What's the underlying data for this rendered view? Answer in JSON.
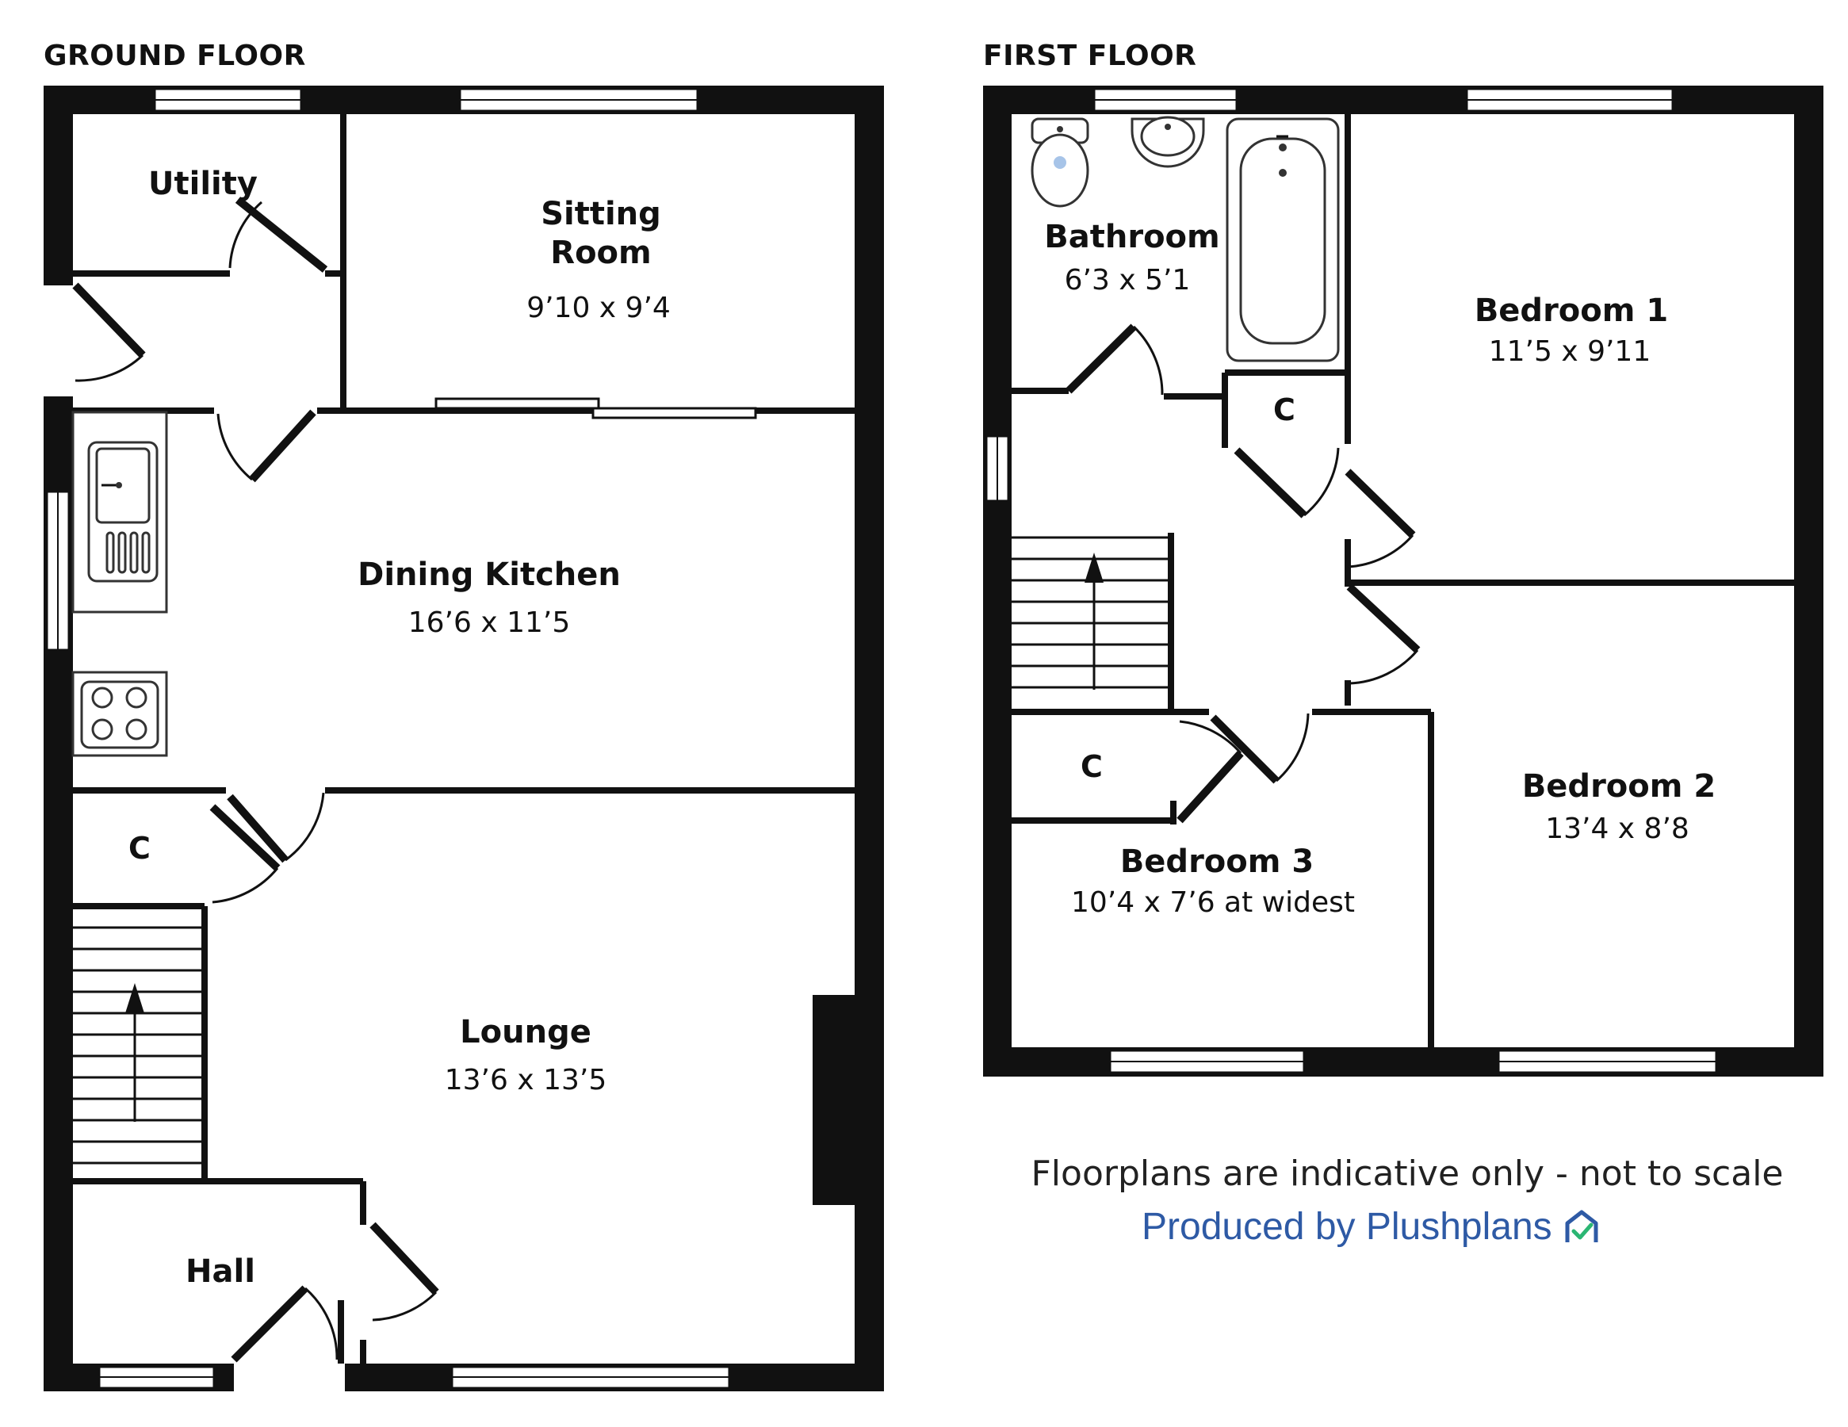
{
  "floors": {
    "ground": {
      "title": "GROUND FLOOR",
      "rooms": {
        "utility": {
          "name": "Utility"
        },
        "sitting": {
          "name_line1": "Sitting",
          "name_line2": "Room",
          "dims": "9’10 x 9’4"
        },
        "dining": {
          "name": "Dining Kitchen",
          "dims": "16’6 x 11’5"
        },
        "closet": {
          "name": "C"
        },
        "lounge": {
          "name": "Lounge",
          "dims": "13’6 x 13’5"
        },
        "hall": {
          "name": "Hall"
        }
      }
    },
    "first": {
      "title": "FIRST FLOOR",
      "rooms": {
        "bathroom": {
          "name": "Bathroom",
          "dims": "6’3 x 5’1"
        },
        "bedroom1": {
          "name": "Bedroom 1",
          "dims": "11’5 x 9’11"
        },
        "closet_a": {
          "name": "C"
        },
        "closet_b": {
          "name": "C"
        },
        "bedroom2": {
          "name": "Bedroom 2",
          "dims": "13’4 x 8’8"
        },
        "bedroom3": {
          "name": "Bedroom 3",
          "dims": "10’4 x 7’6 at widest"
        }
      }
    }
  },
  "footer": {
    "disclaimer": "Floorplans are indicative only - not to scale",
    "producer": "Produced by Plushplans",
    "logo_icon": "plushplans-house-check-icon",
    "producer_color": "#2e5aa5",
    "logo_color_a": "#2e5aa5",
    "logo_color_b": "#2bb673"
  }
}
